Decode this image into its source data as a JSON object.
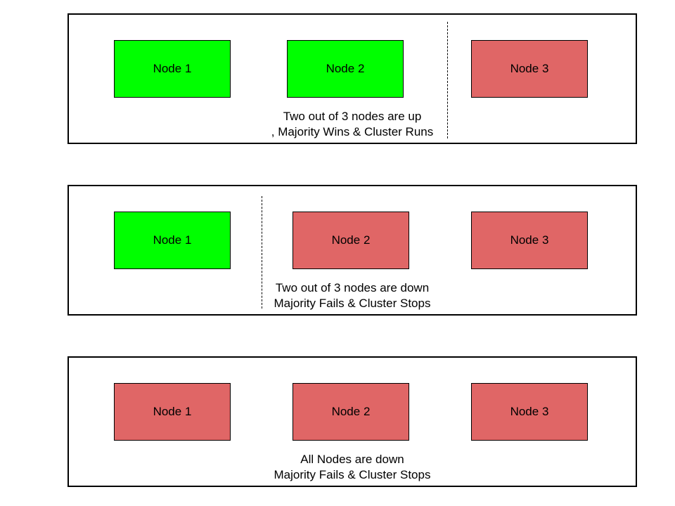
{
  "colors": {
    "node_up": "#00ff00",
    "node_down": "#e06666",
    "border": "#000000"
  },
  "scenarios": [
    {
      "nodes": [
        {
          "label": "Node 1",
          "status": "up"
        },
        {
          "label": "Node 2",
          "status": "up"
        },
        {
          "label": "Node 3",
          "status": "down"
        }
      ],
      "caption_line1": "Two out of 3 nodes are up",
      "caption_line2": ", Majority Wins & Cluster Runs"
    },
    {
      "nodes": [
        {
          "label": "Node 1",
          "status": "up"
        },
        {
          "label": "Node 2",
          "status": "down"
        },
        {
          "label": "Node 3",
          "status": "down"
        }
      ],
      "caption_line1": "Two out of 3 nodes are down",
      "caption_line2": "Majority Fails & Cluster Stops"
    },
    {
      "nodes": [
        {
          "label": "Node 1",
          "status": "down"
        },
        {
          "label": "Node 2",
          "status": "down"
        },
        {
          "label": "Node 3",
          "status": "down"
        }
      ],
      "caption_line1": "All Nodes are down",
      "caption_line2": "Majority Fails & Cluster Stops"
    }
  ]
}
